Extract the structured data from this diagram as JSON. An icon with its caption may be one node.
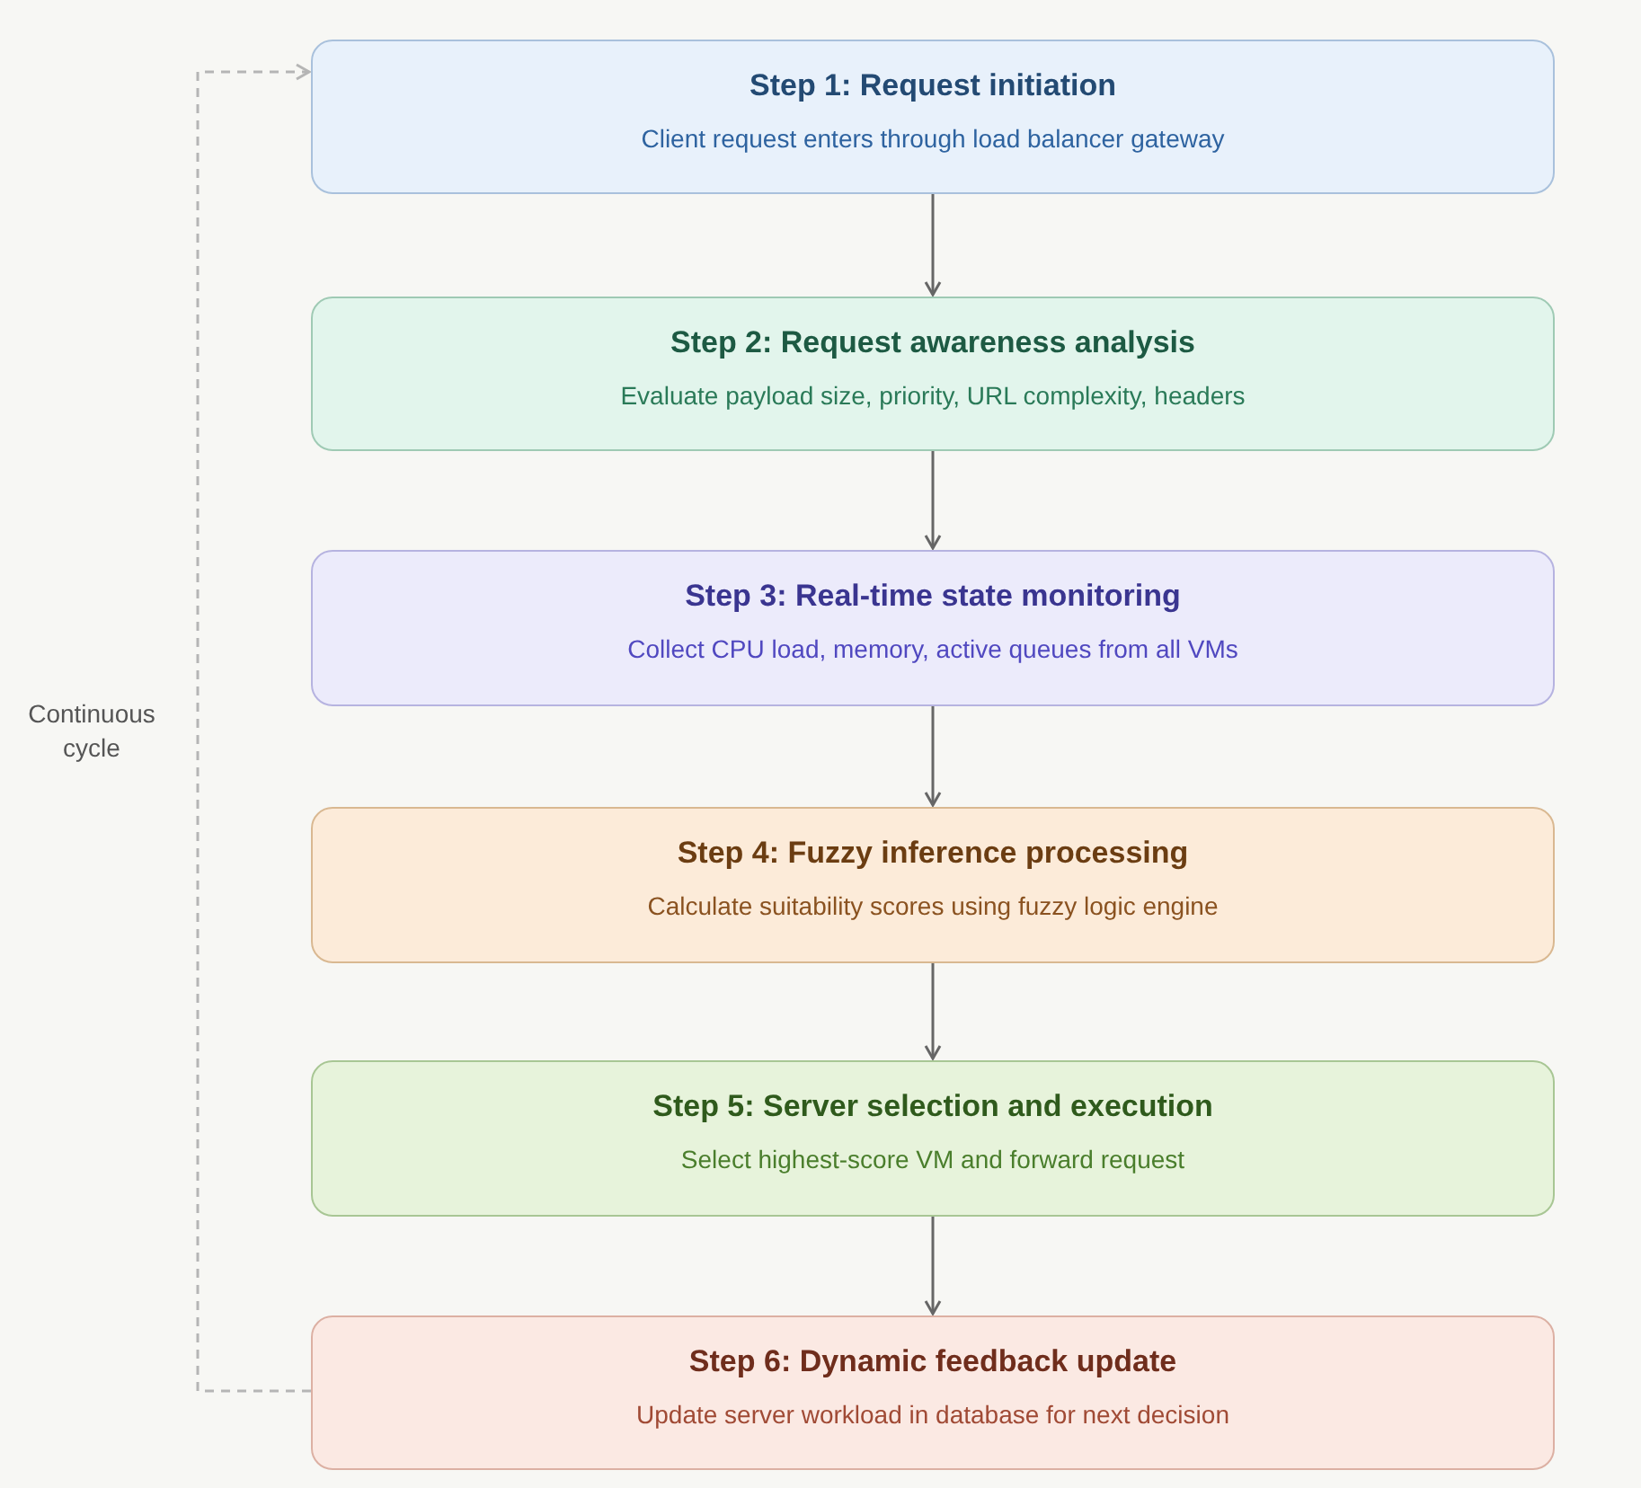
{
  "diagram": {
    "nodes": [
      {
        "text": [
          "Step 1: Request initiation",
          "Client request enters through load balancer gateway"
        ]
      },
      {
        "text": [
          "Step 2: Request awareness analysis",
          "Evaluate payload size, priority, URL complexity, headers"
        ]
      },
      {
        "text": [
          "Step 3: Real-time state monitoring",
          "Collect CPU load, memory, active queues from all VMs"
        ]
      },
      {
        "text": [
          "Step 4: Fuzzy inference processing",
          "Calculate suitability scores using fuzzy logic engine"
        ]
      },
      {
        "text": [
          "Step 5: Server selection and execution",
          "Select highest-score VM and forward request"
        ]
      },
      {
        "text": [
          "Step 6: Dynamic feedback update",
          "Update server workload in database for next decision"
        ]
      }
    ],
    "edges": [
      {
        "from": 0,
        "to": 1,
        "arrow": "to"
      },
      {
        "from": 1,
        "to": 2,
        "arrow": "to"
      },
      {
        "from": 2,
        "to": 3,
        "arrow": "to"
      },
      {
        "from": 3,
        "to": 4,
        "arrow": "to"
      },
      {
        "from": 4,
        "to": 5,
        "arrow": "to"
      },
      {
        "from": 5,
        "to": 0,
        "arrow": "to",
        "label": "Continuous cycle",
        "style": "dashed",
        "color": "#b5b5b5"
      }
    ]
  }
}
